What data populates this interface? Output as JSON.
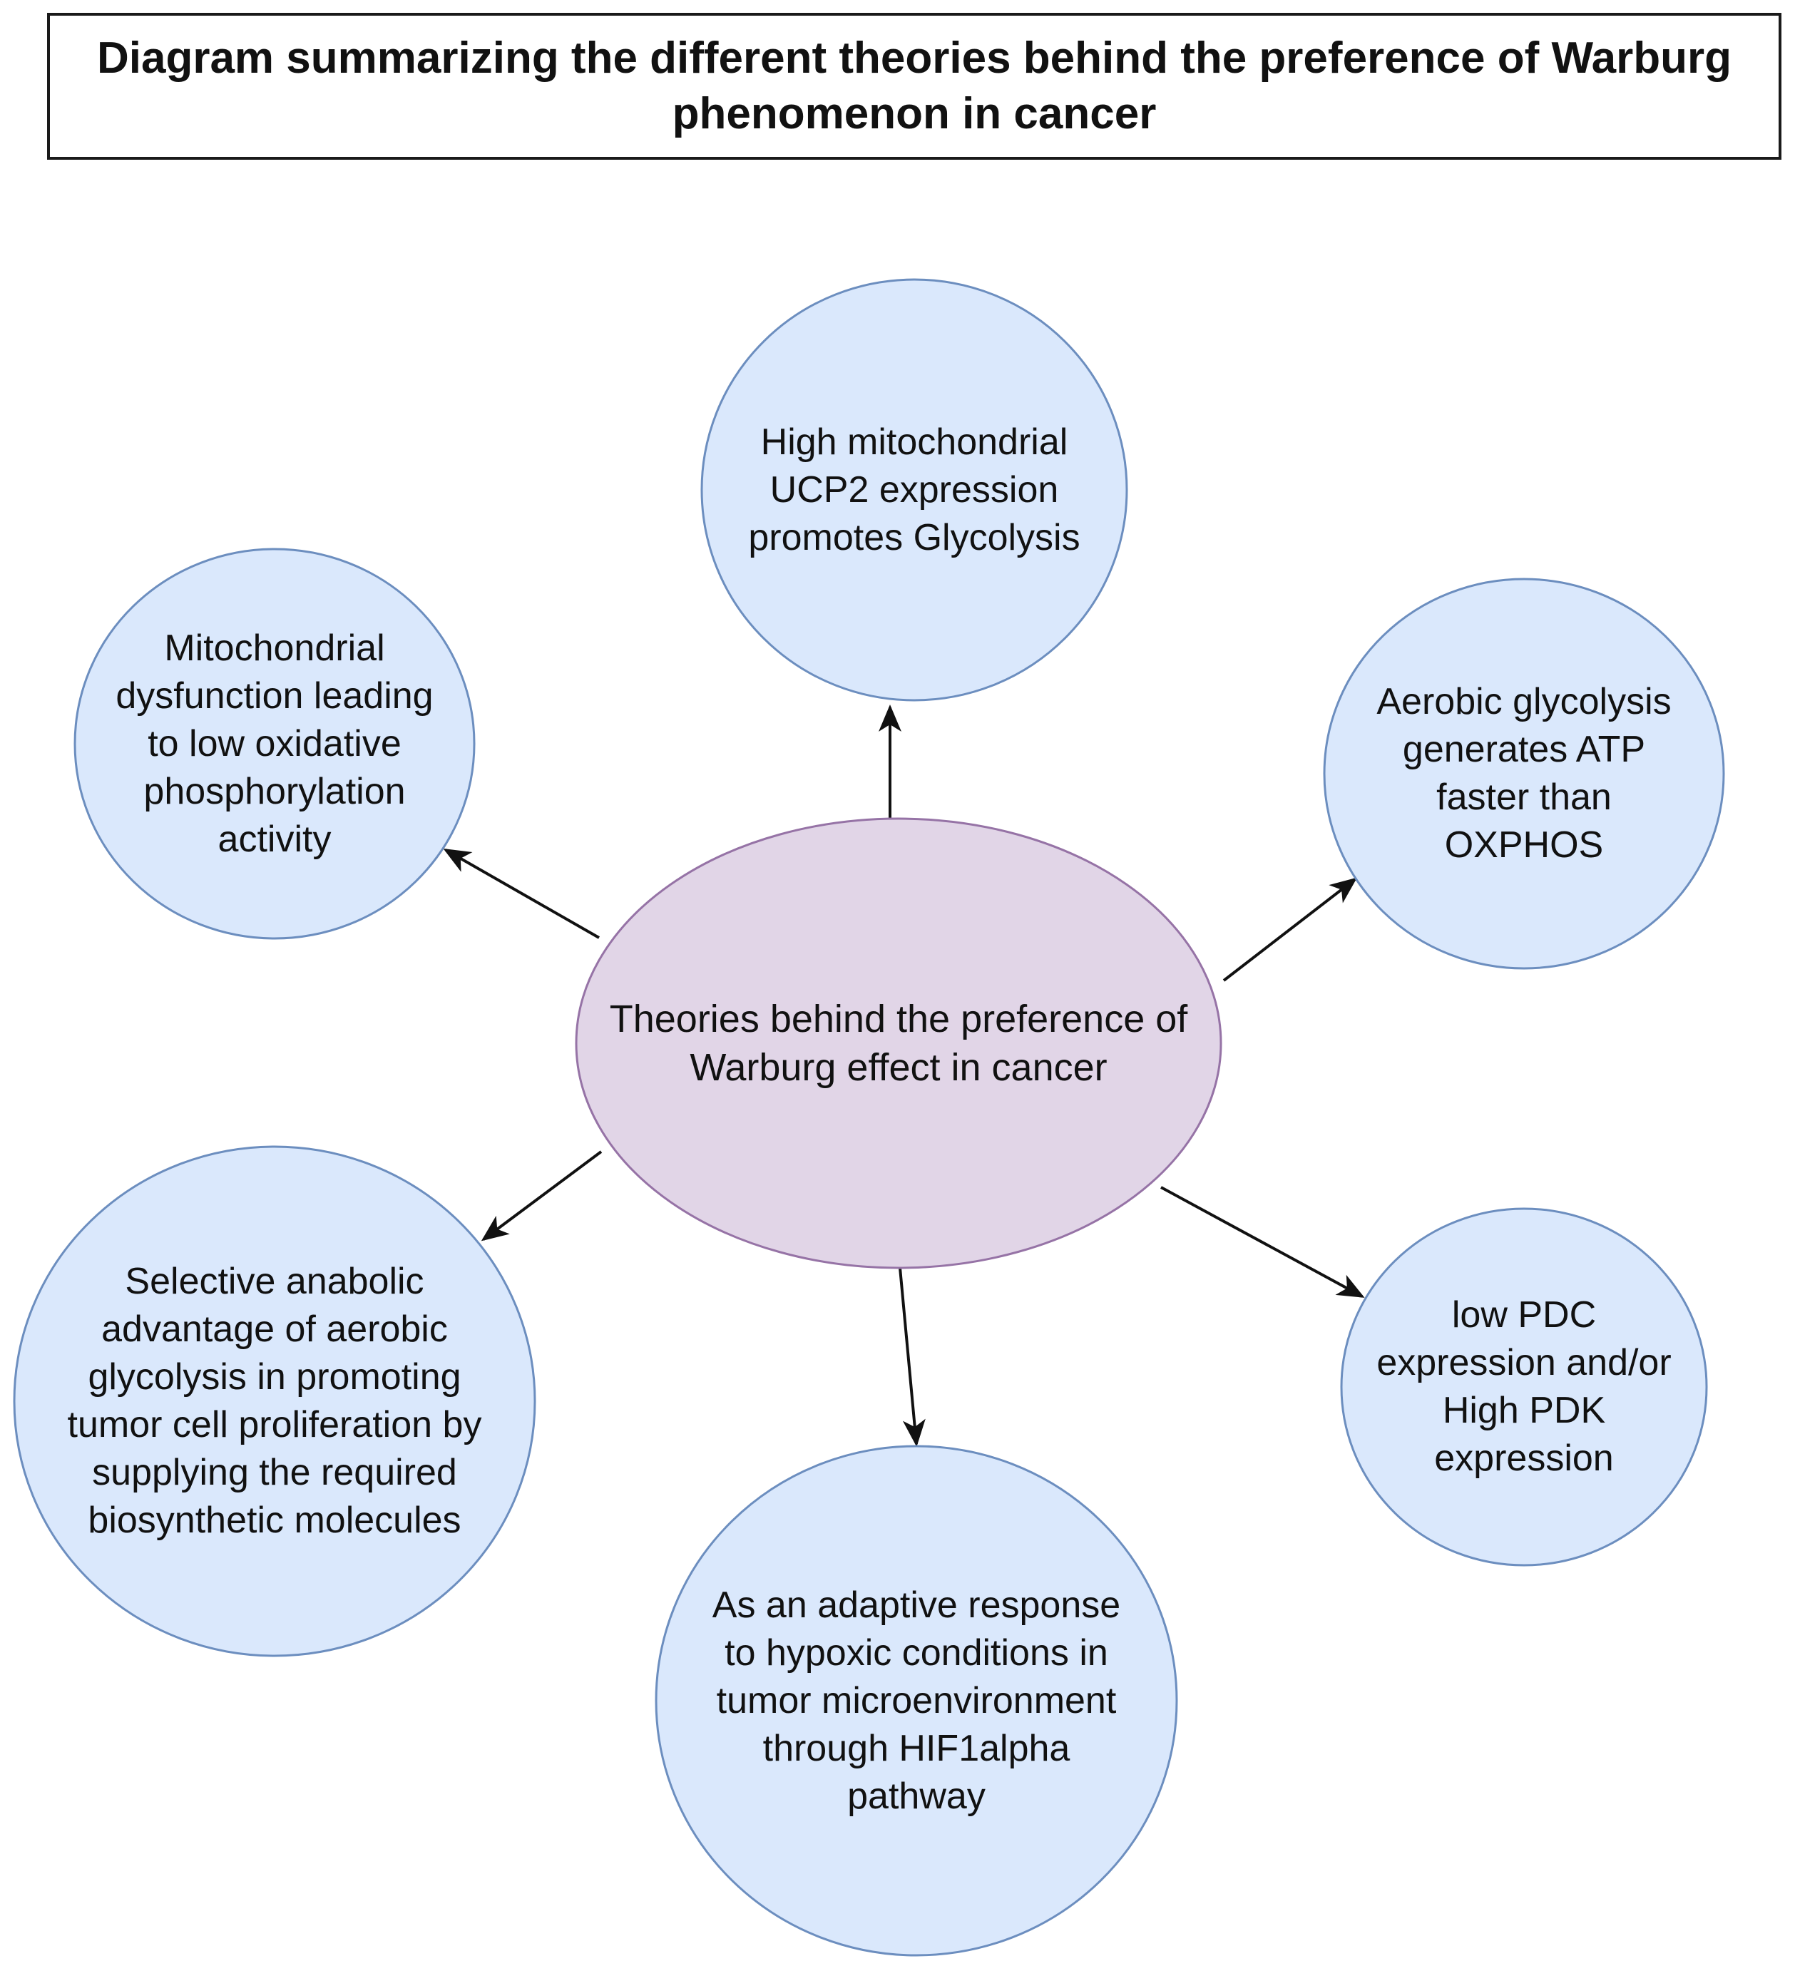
{
  "title": "Diagram summarizing the different theories behind the preference of Warburg phenomenon in cancer",
  "colors": {
    "center_fill": "#e1d5e7",
    "center_stroke": "#9673a6",
    "node_fill": "#dae8fc",
    "node_stroke": "#6c8ebf",
    "arrow": "#111111"
  },
  "center": {
    "label": "Theories behind the preference of\nWarburg effect in cancer"
  },
  "nodes": [
    {
      "id": "ucp2",
      "label": "High mitochondrial\nUCP2 expression\npromotes Glycolysis"
    },
    {
      "id": "mito-dysfunction",
      "label": "Mitochondrial\ndysfunction leading\nto low oxidative\nphosphorylation\nactivity"
    },
    {
      "id": "aerobic-atp",
      "label": "Aerobic glycolysis\ngenerates ATP\nfaster than\nOXPHOS"
    },
    {
      "id": "anabolic",
      "label": "Selective anabolic\nadvantage of aerobic\nglycolysis in promoting\ntumor cell proliferation by\nsupplying the required\nbiosynthetic molecules"
    },
    {
      "id": "pdc-pdk",
      "label": "low PDC\nexpression and/or\nHigh PDK\nexpression"
    },
    {
      "id": "hypoxia",
      "label": "As an adaptive response\nto hypoxic conditions in\ntumor microenvironment\nthrough HIF1alpha\npathway"
    }
  ]
}
